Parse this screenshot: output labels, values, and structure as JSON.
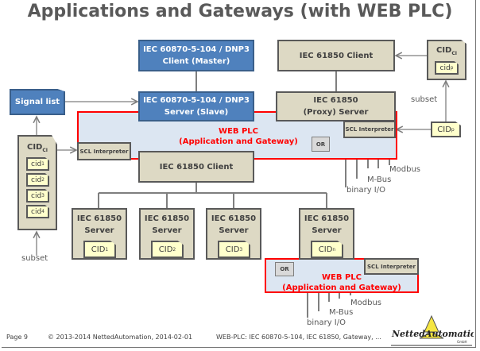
{
  "title": "Applications and Gateways (with WEB PLC)",
  "colors": {
    "blue_box": "#4f81bd",
    "tan_box": "#ddd9c4",
    "plc_fill": "#dce6f2",
    "plc_border": "#ff0000",
    "cid_fill": "#ffffcc"
  },
  "master": {
    "line1": "IEC 60870-5-104 / DNP3",
    "line2": "Client (Master)"
  },
  "slave": {
    "line1": "IEC 60870-5-104 / DNP3",
    "line2": "Server (Slave)"
  },
  "signal_list": "Signal list",
  "web_plc": {
    "line1": "WEB PLC",
    "line2": "(Application and Gateway)"
  },
  "scl_interpreter": "SCL Interpreter",
  "or_gate": "OR",
  "client": "IEC 61850 Client",
  "proxy": {
    "line1": "IEC 61850",
    "line2": "(Proxy) Server"
  },
  "cid_ci": {
    "base": "CID",
    "sub": "CI"
  },
  "cid_p": {
    "base": "CID",
    "sub": "p"
  },
  "cid_p_small": {
    "base": "cid",
    "sub": "p"
  },
  "subset": "subset",
  "left_cids": [
    {
      "base": "cid",
      "sub": "1"
    },
    {
      "base": "cid",
      "sub": "2"
    },
    {
      "base": "cid",
      "sub": "3"
    },
    {
      "base": "cid",
      "sub": "4"
    }
  ],
  "buses": {
    "modbus": "Modbus",
    "mbus": "M-Bus",
    "binary": "binary I/O"
  },
  "servers": [
    {
      "line1": "IEC 61850",
      "line2": "Server",
      "cid": "CID",
      "sub": "1"
    },
    {
      "line1": "IEC 61850",
      "line2": "Server",
      "cid": "CID",
      "sub": "2"
    },
    {
      "line1": "IEC 61850",
      "line2": "Server",
      "cid": "CID",
      "sub": "3"
    },
    {
      "line1": "IEC 61850",
      "line2": "Server",
      "cid": "CID",
      "sub": "n"
    }
  ],
  "footer": {
    "page": "Page 9",
    "copyright": "© 2013-2014 NettedAutomation, 2014-02-01",
    "topic": "WEB-PLC: IEC 60870-5-104, IEC 61850, Gateway, ..."
  },
  "logo": {
    "text": "NettedAutomation",
    "sub": "GmbH"
  }
}
